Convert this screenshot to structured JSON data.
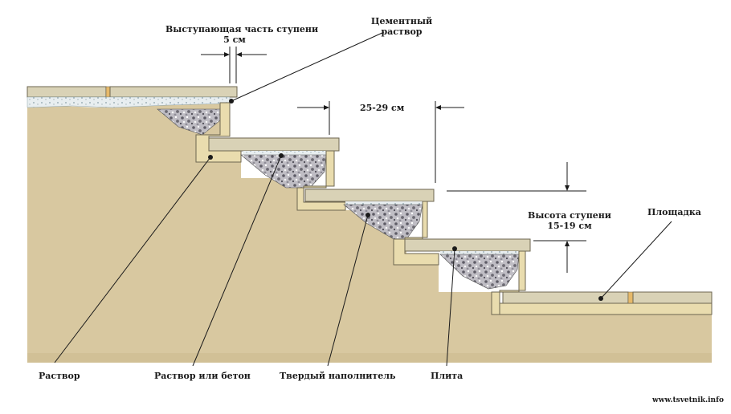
{
  "labels": {
    "overhang_title": "Выступающая часть ступени",
    "overhang_value": "5 см",
    "cement_line1": "Цементный",
    "cement_line2": "раствор",
    "tread_depth": "25-29 см",
    "step_height_line1": "Высота ступени",
    "step_height_line2": "15-19 см",
    "platform": "Площадка",
    "mortar": "Раствор",
    "mortar_or_concrete": "Раствор или бетон",
    "hard_filler": "Твердый наполнитель",
    "slab": "Плита"
  },
  "watermark": "www.tsvetnik.info",
  "colors": {
    "background": "#ffffff",
    "soil": "#d8c8a0",
    "soil_dark": "#c9b88e",
    "slab": "#d9d2b6",
    "slab_edge": "#6d6650",
    "mortar": "#e9dcae",
    "cement_bed": "#e6ecee",
    "gravel": "#bdbcc2",
    "line": "#1a1a1a"
  }
}
